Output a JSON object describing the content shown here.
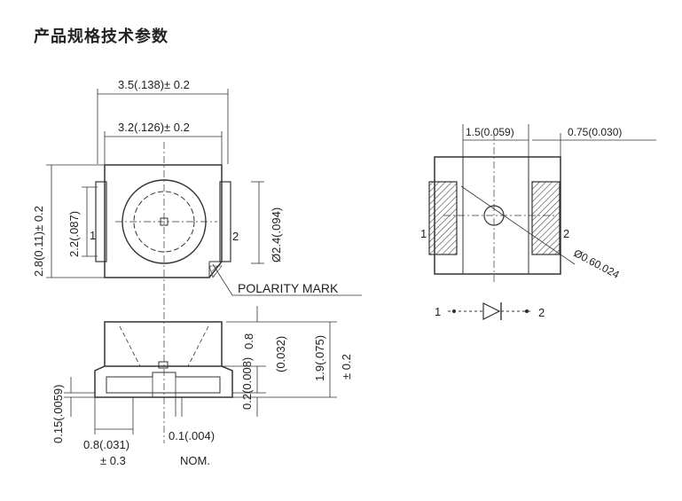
{
  "page": {
    "title": "产品规格技术参数"
  },
  "top_view": {
    "width_outer": "3.5(.138)± 0.2",
    "width_inner": "3.2(.126)± 0.2",
    "height_outer": "2.8(0.11)± 0.2",
    "height_inner": "2.2(.087)",
    "lens_diameter": "Ø2.4(.094)",
    "pin1": "1",
    "pin2": "2",
    "polarity": "POLARITY MARK"
  },
  "side_view": {
    "dim_a": "0.8",
    "dim_a_in": "(0.032)",
    "dim_b": "0.2(0.008)",
    "dim_c": "1.9(.075)",
    "dim_c_tol": "± 0.2",
    "dim_d": "0.15(.0059)",
    "dim_e": "0.8(.031)",
    "dim_e_tol": "± 0.3",
    "dim_f": "0.1(.004)",
    "dim_f_note": "NOM."
  },
  "bottom_view": {
    "dim_a": "1.5(0.059)",
    "dim_b": "0.75(0.030)",
    "dim_c": "Ø0.60.024",
    "pin1": "1",
    "pin2": "2"
  },
  "symbol": {
    "pin1": "1",
    "pin2": "2"
  }
}
